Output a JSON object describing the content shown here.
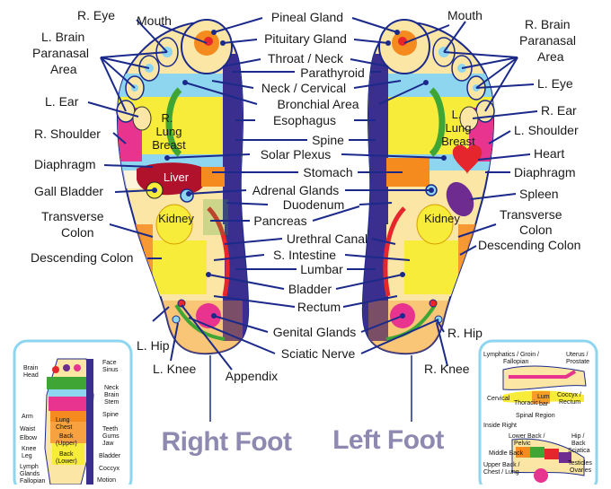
{
  "titles": {
    "right_foot": "Right Foot",
    "left_foot": "Left Foot"
  },
  "center_labels": {
    "pineal_gland": "Pineal Gland",
    "pituitary_gland": "Pituitary Gland",
    "throat_neck": "Throat / Neck",
    "parathyroid": "Parathyroid",
    "neck_cervical": "Neck / Cervical",
    "bronchial_area": "Bronchial Area",
    "esophagus": "Esophagus",
    "spine": "Spine",
    "solar_plexus": "Solar Plexus",
    "stomach": "Stomach",
    "adrenal_glands": "Adrenal Glands",
    "duodenum": "Duodenum",
    "pancreas": "Pancreas",
    "urethral_canal": "Urethral Canal",
    "s_intestine": "S. Intestine",
    "lumbar": "Lumbar",
    "bladder": "Bladder",
    "rectum": "Rectum",
    "genital_glands": "Genital Glands",
    "sciatic_nerve": "Sciatic Nerve",
    "appendix": "Appendix"
  },
  "right_side_labels": {
    "r_eye": "R. Eye",
    "mouth": "Mouth",
    "l_brain_line1": "L. Brain",
    "l_brain_line2": "Paranasal",
    "l_brain_line3": "Area",
    "l_ear": "L. Ear",
    "r_shoulder": "R. Shoulder",
    "diaphragm": "Diaphragm",
    "gall_bladder": "Gall Bladder",
    "transverse_line1": "Transverse",
    "transverse_line2": "Colon",
    "descending_colon": "Descending Colon",
    "l_hip": "L. Hip",
    "l_knee": "L. Knee"
  },
  "left_side_labels": {
    "mouth": "Mouth",
    "r_brain_line1": "R. Brain",
    "r_brain_line2": "Paranasal",
    "r_brain_line3": "Area",
    "l_eye": "L. Eye",
    "r_ear": "R. Ear",
    "l_shoulder": "L. Shoulder",
    "heart": "Heart",
    "diaphragm": "Diaphragm",
    "spleen": "Spleen",
    "transverse_line1": "Transverse",
    "transverse_line2": "Colon",
    "descending_colon": "Descending Colon",
    "r_hip": "R. Hip",
    "r_knee": "R. Knee"
  },
  "foot_inner_labels": {
    "r_lung_line1": "R.",
    "r_lung_line2": "Lung",
    "r_lung_line3": "Breast",
    "liver": "Liver",
    "kidney_right": "Kidney",
    "l_lung_line1": "L.",
    "l_lung_line2": "Lung",
    "l_lung_line3": "Breast",
    "kidney_left": "Kidney"
  },
  "inset_side_foot": {
    "brain_head": [
      "Brain",
      "Head"
    ],
    "face_sinus": [
      "Face",
      "Sinus"
    ],
    "neck_brain_stem": [
      "Neck",
      "Brain",
      "Stem"
    ],
    "spine": "Spine",
    "arm": "Arm",
    "waist_elbow": [
      "Waist",
      "Elbow"
    ],
    "knee_leg": [
      "Knee",
      "Leg"
    ],
    "lymph_glands_fallopian": [
      "Lymph",
      "Glands",
      "Fallopian"
    ],
    "lung_chest": [
      "Lung",
      "Chest"
    ],
    "back_upper": [
      "Back",
      "(Upper)"
    ],
    "back_lower": [
      "Back",
      "(Lower)"
    ],
    "teeth_gums_jaw": [
      "Teeth",
      "Gums",
      "Jaw"
    ],
    "bladder": "Bladder",
    "coccyx": "Coccyx",
    "motion": "Motion"
  },
  "inset_inner_foot": {
    "lymphatics": [
      "Lymphatics / Groin /",
      "Fallopian"
    ],
    "uterus_prostate": [
      "Uterus /",
      "Prostate"
    ],
    "cervical": "Cervical",
    "thoracic": "Thoracic",
    "lumbar": [
      "Lum",
      "bar"
    ],
    "coccyx_rectum": [
      "Coccyx /",
      "Rectum"
    ],
    "spinal_region": "Spinal Region",
    "inside_right": "Inside Right",
    "lower_back_pelvic": [
      "Lower Back /",
      "Pelvic"
    ],
    "middle_back": "Middle Back",
    "upper_back_chest_lung": [
      "Upper Back /",
      "Chest / Lung"
    ],
    "hip_back_sciatica": [
      "Hip /",
      "Back",
      "Sciatica"
    ],
    "testicles_ovaries": [
      "Testicles",
      "Ovaries"
    ]
  },
  "colors": {
    "connector": "#1b2a8a",
    "title": "#8d89b0",
    "foot_base": "#fbe6a6",
    "pink": "#e8348f",
    "yellow": "#f8ec3a",
    "orange": "#f58a1f",
    "green": "#3fa535",
    "light_blue": "#8ed6f0",
    "red": "#e5262c",
    "liver": "#b0122c",
    "purple": "#6e2c91",
    "gray_blue": "#a9b8d8"
  }
}
